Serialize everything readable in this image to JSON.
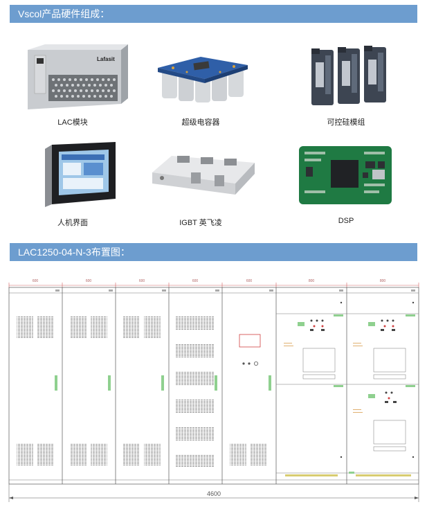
{
  "section1": {
    "title": "Vscol产品硬件组成："
  },
  "products": [
    {
      "caption": "LAC模块",
      "icon": "lac-module-icon"
    },
    {
      "caption": "超级电容器",
      "icon": "supercapacitor-icon"
    },
    {
      "caption": "可控硅模组",
      "icon": "thyristor-module-icon"
    },
    {
      "caption": "人机界面",
      "icon": "hmi-panel-icon"
    },
    {
      "caption": "IGBT 英飞凌",
      "icon": "igbt-module-icon"
    },
    {
      "caption": "DSP",
      "icon": "dsp-board-icon"
    }
  ],
  "brand_label": "Lafasit",
  "section2": {
    "title": "LAC1250-04-N-3布置图："
  },
  "layout": {
    "cabinet_widths": [
      "600",
      "600",
      "600",
      "600",
      "600",
      "800",
      "800"
    ],
    "total_width": "4600"
  }
}
